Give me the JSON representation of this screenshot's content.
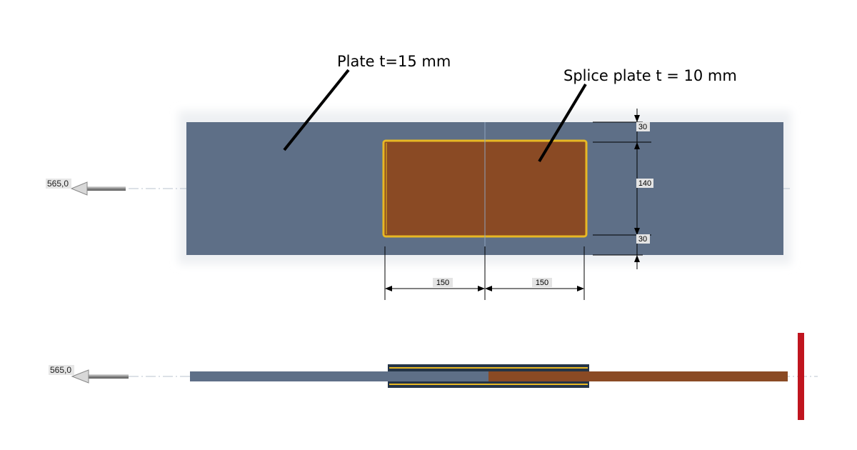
{
  "annotations": {
    "plate": "Plate t=15 mm",
    "splice": "Splice plate t = 10 mm"
  },
  "dimensions": {
    "top_edge": "30",
    "middle": "140",
    "bottom_edge": "30",
    "left_half": "150",
    "right_half": "150"
  },
  "load": {
    "top_view": "565,0",
    "side_view": "565,0"
  },
  "colors": {
    "plate": "#5e6f87",
    "splice": "#8a4a24",
    "weld": "#e8b824",
    "support": "#c0151f"
  }
}
